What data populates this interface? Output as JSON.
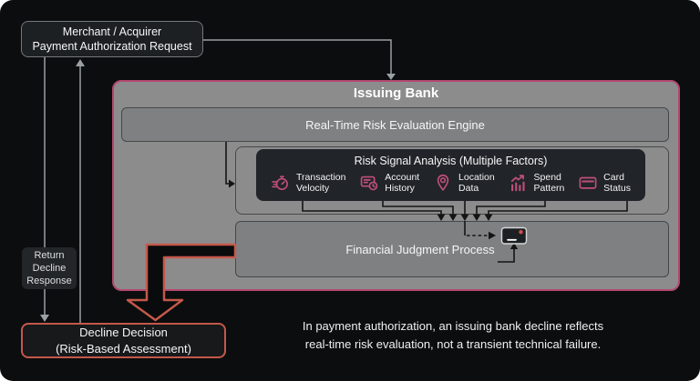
{
  "colors": {
    "accent_pink": "#b3486f",
    "accent_red": "#c4584a",
    "icon_pink": "#bf4f7a",
    "panel_gray": "#8c8c8c",
    "background": "#0b0d0e"
  },
  "merchant": {
    "line1": "Merchant / Acquirer",
    "line2": "Payment Authorization Request"
  },
  "issuing_bank": {
    "title": "Issuing Bank",
    "engine_label": "Real-Time Risk Evaluation Engine",
    "risk_signal": {
      "title": "Risk Signal Analysis (Multiple Factors)",
      "factors": [
        {
          "icon": "transaction-velocity-icon",
          "line1": "Transaction",
          "line2": "Velocity"
        },
        {
          "icon": "account-history-icon",
          "line1": "Account",
          "line2": "History"
        },
        {
          "icon": "location-data-icon",
          "line1": "Location",
          "line2": "Data"
        },
        {
          "icon": "spend-pattern-icon",
          "line1": "Spend",
          "line2": "Pattern"
        },
        {
          "icon": "card-status-icon",
          "line1": "Card",
          "line2": "Status"
        }
      ]
    },
    "judgment_label": "Financial Judgment Process"
  },
  "return_response": {
    "line1": "Return",
    "line2": "Decline",
    "line3": "Response"
  },
  "decline_decision": {
    "line1": "Decline Decision",
    "line2": "(Risk-Based Assessment)"
  },
  "caption": {
    "line1": "In payment authorization, an issuing bank decline reflects",
    "line2": "real-time risk evaluation, not a transient technical failure."
  }
}
